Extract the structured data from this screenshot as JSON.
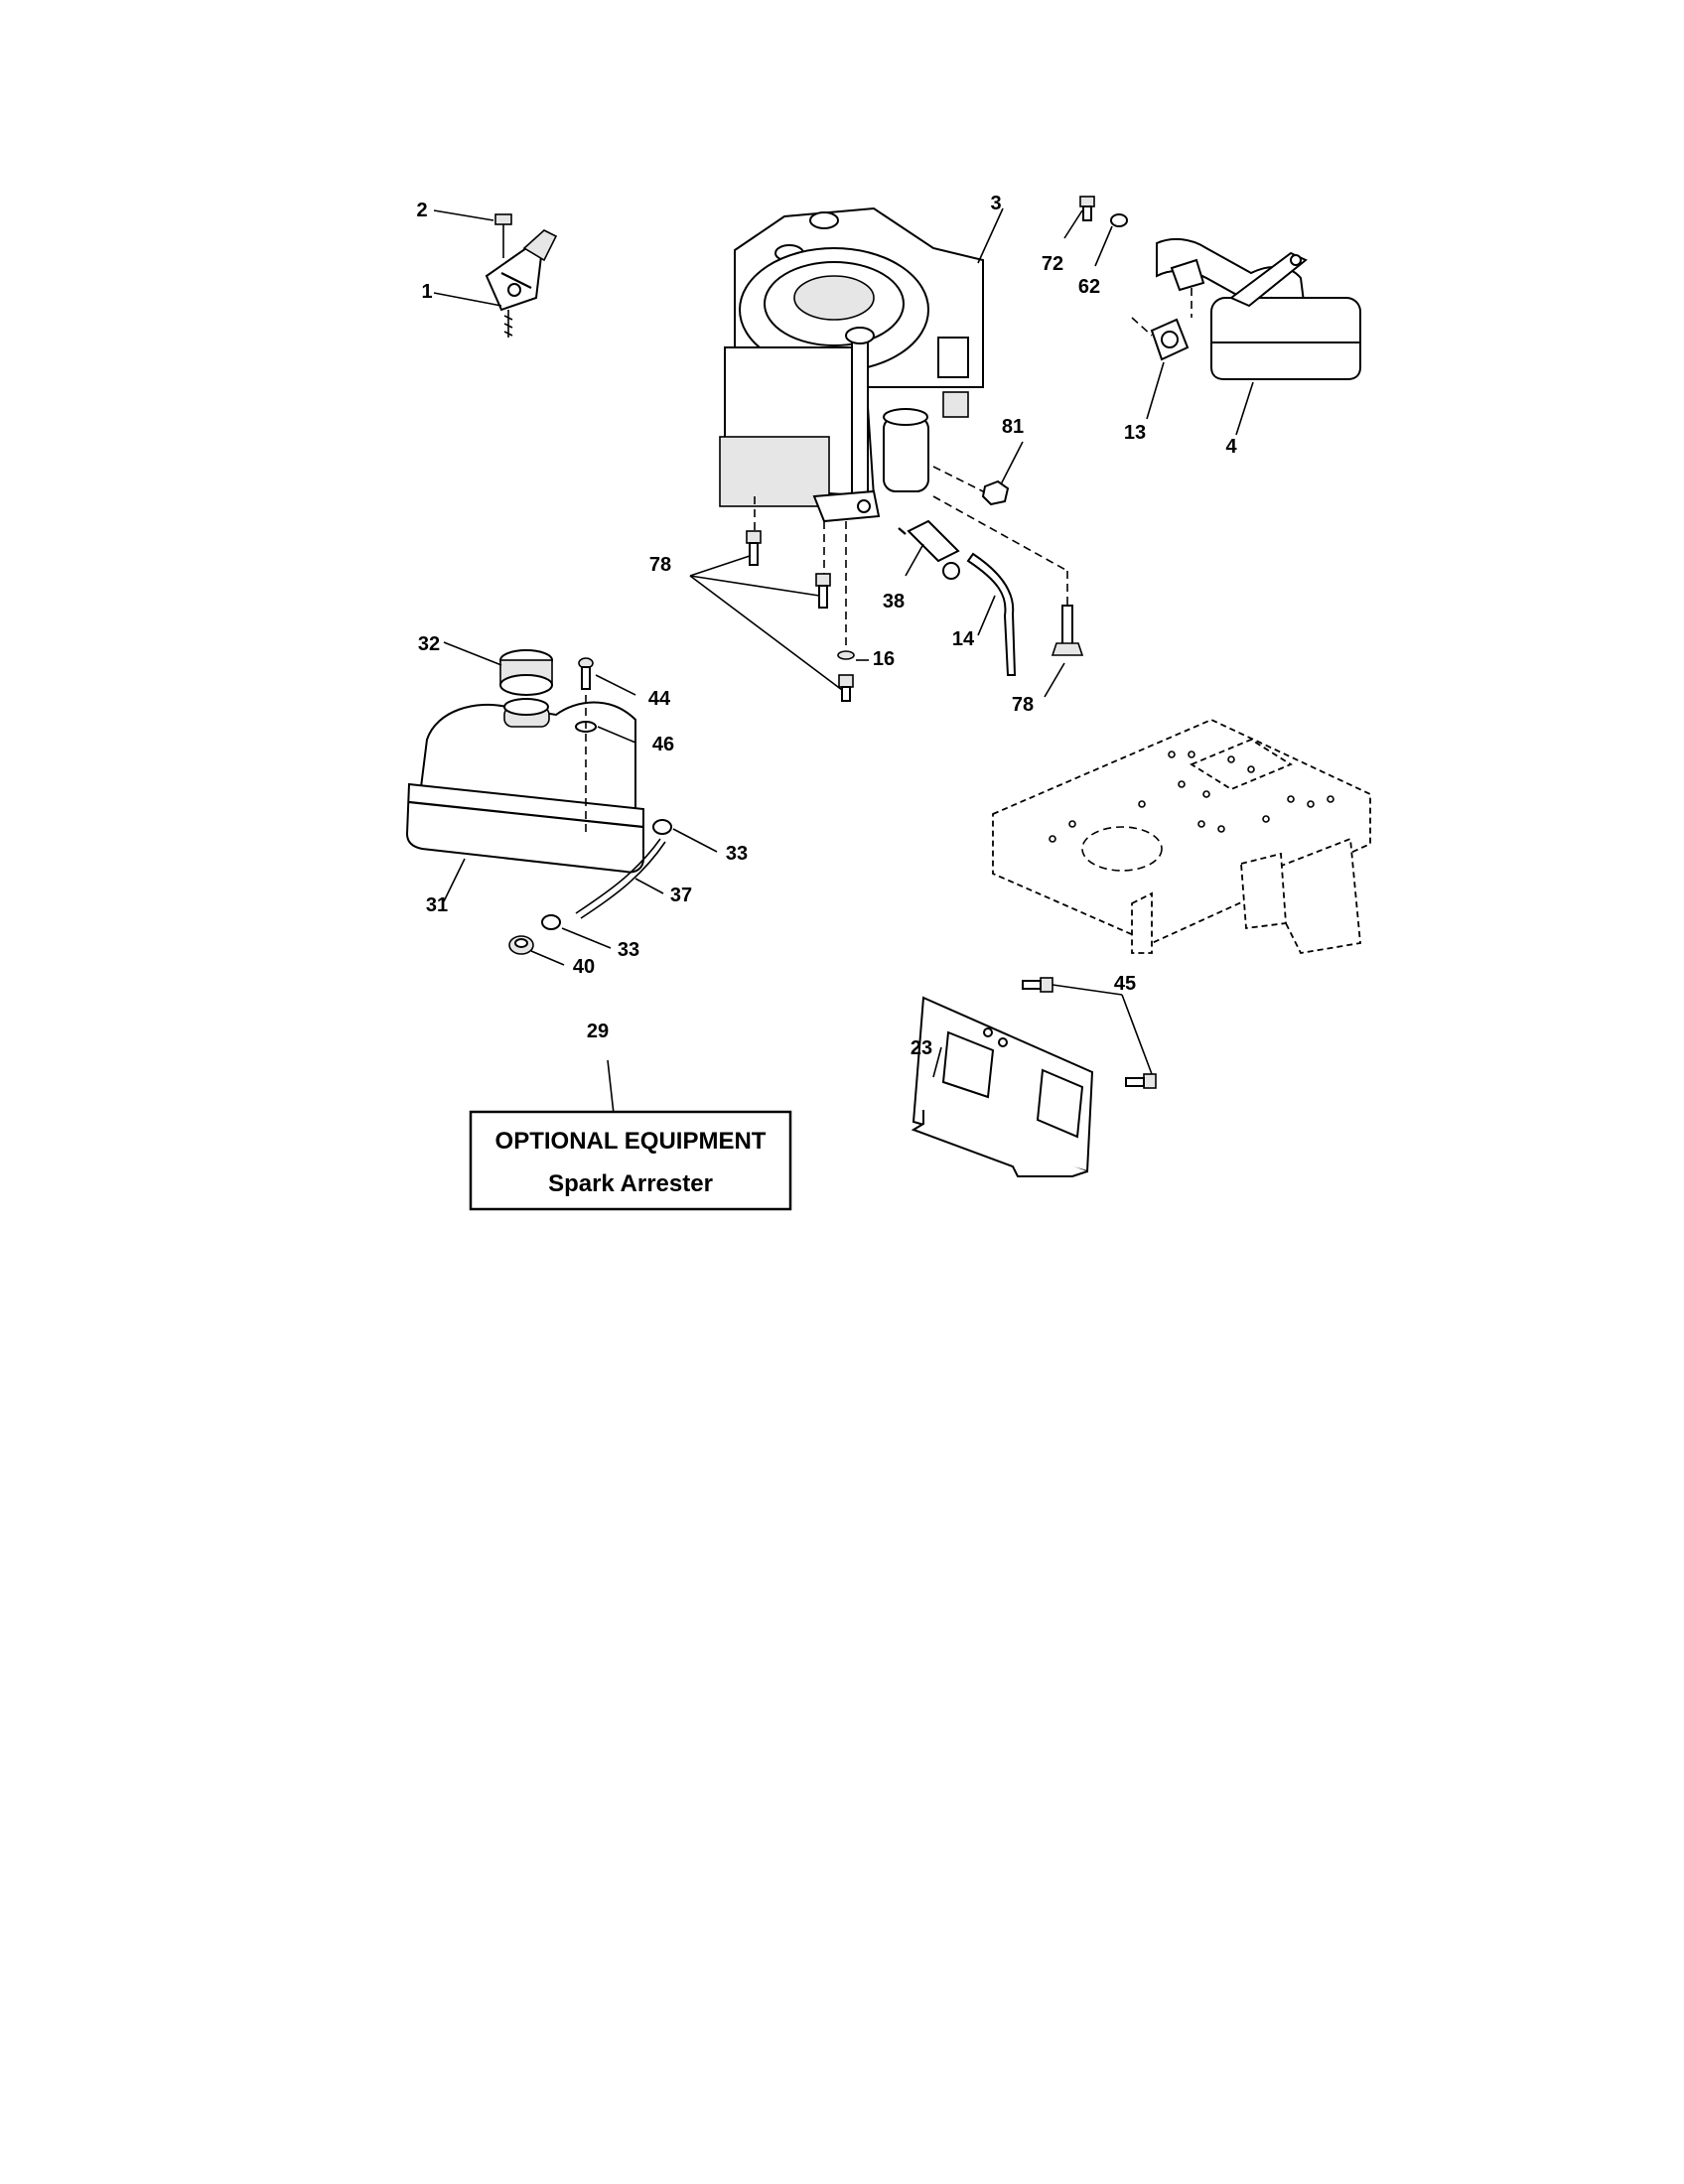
{
  "labels": {
    "p1": "1",
    "p2": "2",
    "p3": "3",
    "p4": "4",
    "p13": "13",
    "p14": "14",
    "p16": "16",
    "p23": "23",
    "p29": "29",
    "p31": "31",
    "p32": "32",
    "p33a": "33",
    "p33b": "33",
    "p37": "37",
    "p38": "38",
    "p40": "40",
    "p44": "44",
    "p45": "45",
    "p46": "46",
    "p62": "62",
    "p72": "72",
    "p78a": "78",
    "p78b": "78",
    "p81": "81"
  },
  "optional_box": {
    "title": "OPTIONAL EQUIPMENT",
    "subtitle": "Spark Arrester"
  }
}
